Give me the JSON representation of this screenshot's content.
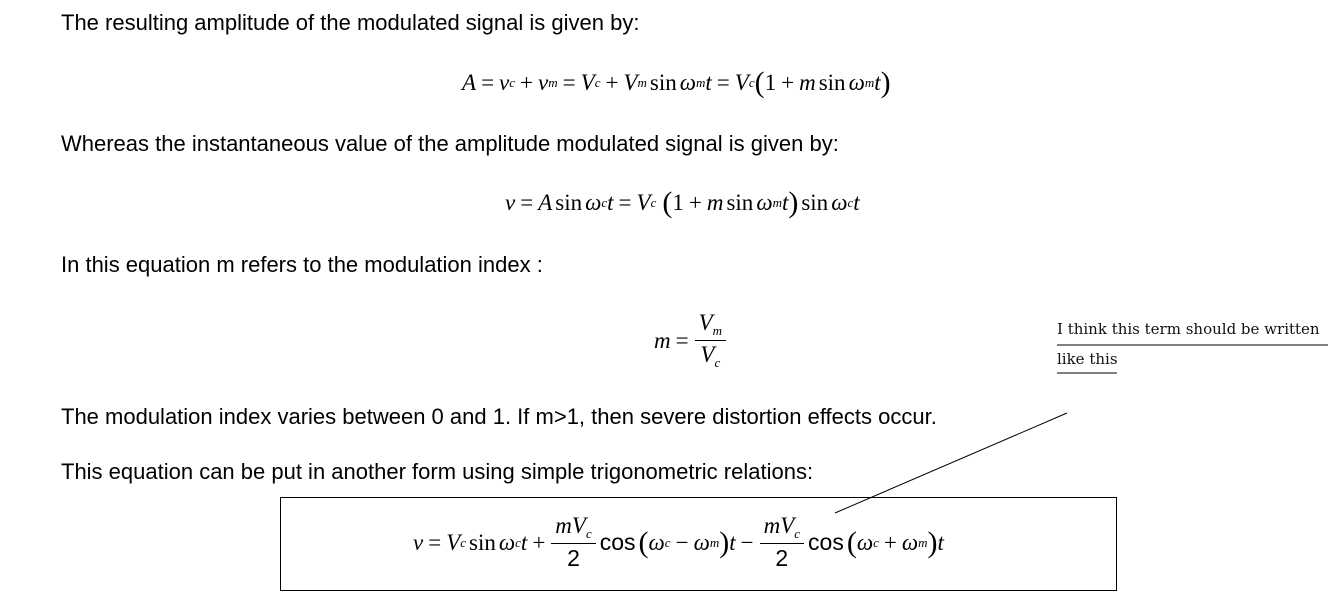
{
  "text": {
    "p1": "The resulting amplitude of the modulated signal is given by:",
    "p2": "Whereas the instantaneous value of the amplitude modulated signal is given by:",
    "p3": "In this equation m refers to the modulation index :",
    "p4": "The modulation index varies between 0 and 1. If m>1, then severe distortion effects occur.",
    "p5": "This equation can be put in another form using simple trigonometric relations:"
  },
  "equations": {
    "sin": "sin",
    "cos": "cos",
    "one": "1",
    "two": "2"
  },
  "annotation": {
    "line1": "I think this term should be written",
    "line2": "like this"
  }
}
